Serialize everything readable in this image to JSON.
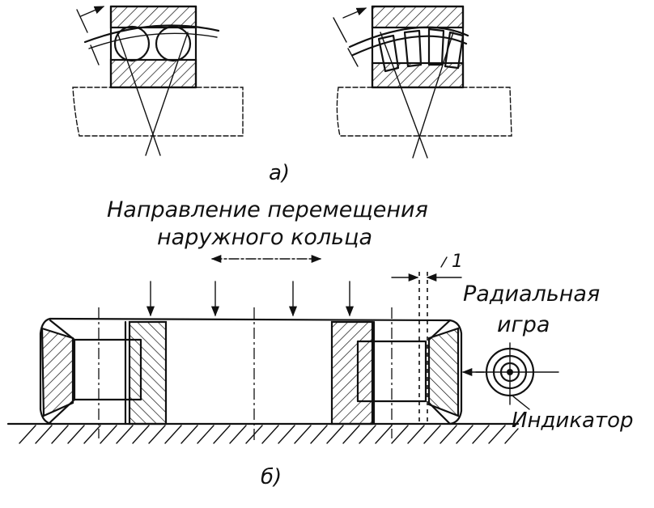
{
  "labels": {
    "caption_a": "а)",
    "caption_b": "б)",
    "direction_line1": "Направление перемещения",
    "direction_line2": "наружного кольца",
    "marker_1": "1",
    "radial_line1": "Радиальная",
    "radial_line2": "игра",
    "indicator": "Индикатор"
  },
  "colors": {
    "ink": "#111111",
    "paper": "#ffffff"
  }
}
